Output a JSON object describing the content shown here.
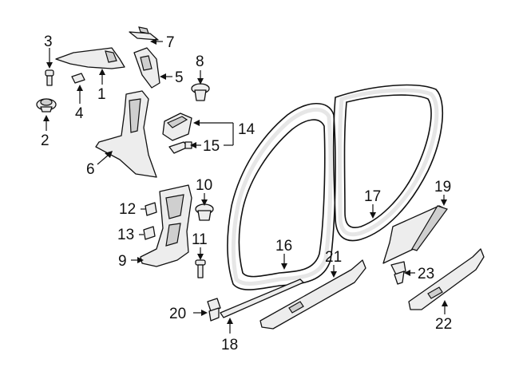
{
  "callouts": [
    {
      "id": "c1",
      "label": "1"
    },
    {
      "id": "c2",
      "label": "2"
    },
    {
      "id": "c3",
      "label": "3"
    },
    {
      "id": "c4",
      "label": "4"
    },
    {
      "id": "c5",
      "label": "5"
    },
    {
      "id": "c6",
      "label": "6"
    },
    {
      "id": "c7",
      "label": "7"
    },
    {
      "id": "c8",
      "label": "8"
    },
    {
      "id": "c9",
      "label": "9"
    },
    {
      "id": "c10",
      "label": "10"
    },
    {
      "id": "c11",
      "label": "11"
    },
    {
      "id": "c12",
      "label": "12"
    },
    {
      "id": "c13",
      "label": "13"
    },
    {
      "id": "c14",
      "label": "14"
    },
    {
      "id": "c15",
      "label": "15"
    },
    {
      "id": "c16",
      "label": "16"
    },
    {
      "id": "c17",
      "label": "17"
    },
    {
      "id": "c18",
      "label": "18"
    },
    {
      "id": "c19",
      "label": "19"
    },
    {
      "id": "c20",
      "label": "20"
    },
    {
      "id": "c21",
      "label": "21"
    },
    {
      "id": "c22",
      "label": "22"
    },
    {
      "id": "c23",
      "label": "23"
    }
  ],
  "colors": {
    "line": "#111111",
    "part_fill": "#ededed",
    "background": "#ffffff"
  }
}
